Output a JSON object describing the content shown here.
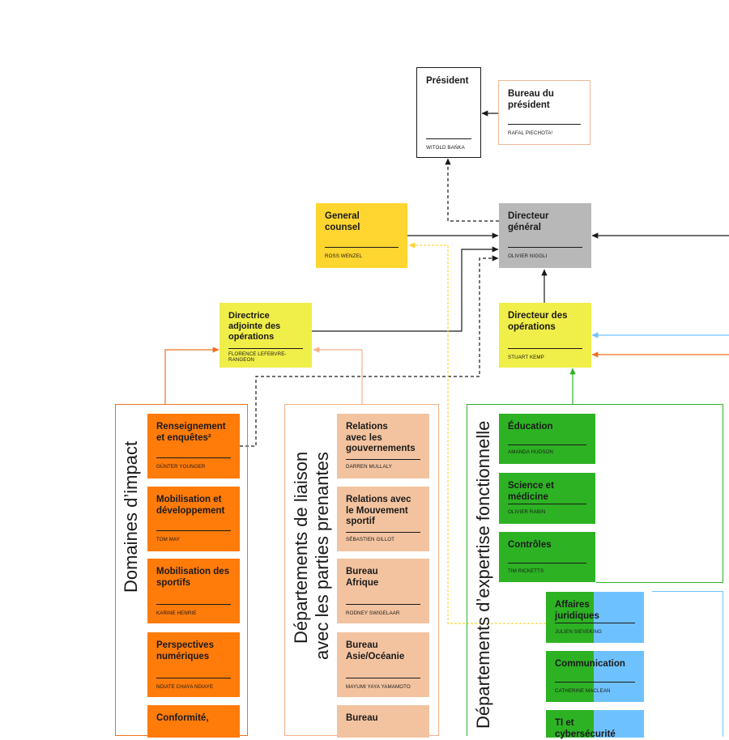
{
  "president": {
    "title": "Président",
    "name": "WITOLD BAŃKA"
  },
  "bureau_president": {
    "title": "Bureau du président",
    "name": "RAFAL PIECHOTA¹"
  },
  "general_counsel": {
    "title": "General counsel",
    "name": "ROSS WENZEL"
  },
  "directeur_general": {
    "title": "Directeur général",
    "name": "OLIVIER NIGGLI"
  },
  "directrice_adjointe": {
    "title": "Directrice adjointe des opérations",
    "name": "FLORENCE LEFEBVRE-RANGEON"
  },
  "directeur_operations": {
    "title": "Directeur des opérations",
    "name": "STUART KEMP"
  },
  "groups": {
    "impact": {
      "label": "Domaines d’impact",
      "items": [
        {
          "title": "Renseignement et enquêtes²",
          "name": "GÜNTER YOUNGER"
        },
        {
          "title": "Mobilisation et développement",
          "name": "TOM MAY"
        },
        {
          "title": "Mobilisation des sportifs",
          "name": "KARINE HENRIE"
        },
        {
          "title": "Perspectives numériques",
          "name": "NDIATE CHAYA NDIAYE"
        },
        {
          "title": "Conformité,",
          "name": ""
        }
      ]
    },
    "liaison": {
      "label_line1": "Départements de liaison",
      "label_line2": "avec les parties prenantes",
      "items": [
        {
          "title": "Relations avec les gouvernements",
          "name": "DARREN MULLALY"
        },
        {
          "title": "Relations avec le Mouvement sportif",
          "name": "SÉBASTIEN GILLOT"
        },
        {
          "title": "Bureau Afrique",
          "name": "RODNEY SWIGELAAR"
        },
        {
          "title": "Bureau Asie/Océanie",
          "name": "MAYUMI YAYA YAMAMOTO"
        },
        {
          "title": "Bureau",
          "name": ""
        }
      ]
    },
    "expertise": {
      "label": "Départements d’expertise fonctionnelle",
      "items": [
        {
          "title": "Éducation",
          "name": "AMANDA HUDSON"
        },
        {
          "title": "Science et médicine",
          "name": "OLIVIER RABIN"
        },
        {
          "title": "Contrôles",
          "name": "TIM RICKETTS"
        },
        {
          "title": "Affaires juridiques",
          "name": "JULIEN SIEVEKING"
        },
        {
          "title": "Communication",
          "name": "CATHERINE MACLEAN"
        },
        {
          "title": "TI et cybersécurité",
          "name": ""
        }
      ]
    }
  },
  "colors": {
    "yellow": "#ffd530",
    "lime": "#f0ee48",
    "gray": "#b8b8b8",
    "orange": "#ff7b0a",
    "peach": "#f3c39f",
    "green": "#2db224",
    "blue": "#6ec1ff"
  }
}
